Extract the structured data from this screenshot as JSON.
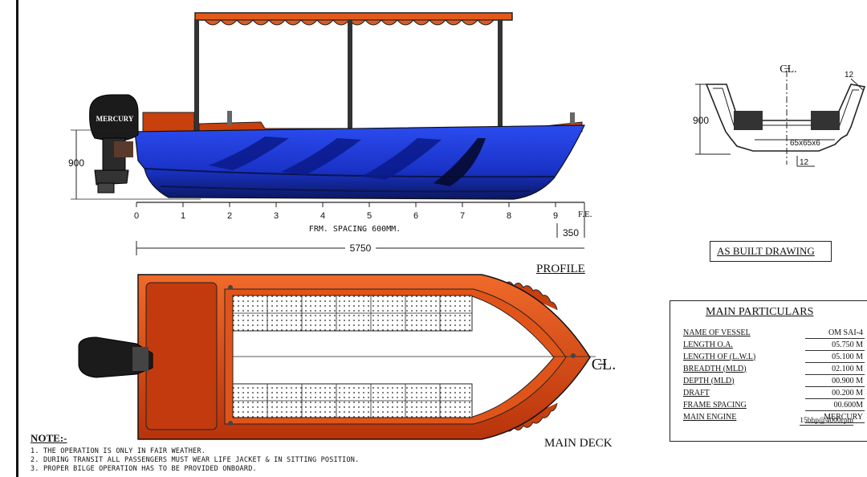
{
  "profile_view": {
    "title": "PROFILE",
    "engine_brand": "MERCURY",
    "height_dim": "900",
    "frame_numbers": [
      "0",
      "1",
      "2",
      "3",
      "4",
      "5",
      "6",
      "7",
      "8",
      "9"
    ],
    "fe_label": "F.E.",
    "frame_spacing_text": "FRM. SPACING 600MM.",
    "end_dim": "350",
    "overall_dim": "5750"
  },
  "section_view": {
    "centerline": "C̶L.",
    "height_dim": "900",
    "thickness_top": "12",
    "thickness_bottom": "12",
    "angle_label": "65x65x6"
  },
  "deck_view": {
    "title": "MAIN DECK",
    "centerline": "C̶L."
  },
  "as_built": "AS BUILT DRAWING",
  "main_particulars": {
    "title": "MAIN PARTICULARS",
    "rows": [
      {
        "label": "NAME OF VESSEL",
        "value": "OM SAI-4"
      },
      {
        "label": "LENGTH  O.A.",
        "value": "05.750 M"
      },
      {
        "label": "LENGTH OF (L.W.L)",
        "value": "05.100 M"
      },
      {
        "label": "BREADTH (MLD)",
        "value": "02.100 M"
      },
      {
        "label": "DEPTH (MLD)",
        "value": "00.900 M"
      },
      {
        "label": "DRAFT",
        "value": "00.200 M"
      },
      {
        "label": "FRAME SPACING",
        "value": "00.600M"
      },
      {
        "label": "MAIN ENGINE",
        "value": "MERCURY"
      }
    ],
    "engine_rating": "15bhp@4000rpm"
  },
  "notes": {
    "heading": "NOTE:-",
    "items": [
      "1. THE OPERATION IS ONLY IN FAIR WEATHER.",
      "2. DURING TRANSIT ALL PASSENGERS MUST WEAR LIFE JACKET & IN SITTING POSITION.",
      "3. PROPER BILGE OPERATION HAS TO BE PROVIDED ONBOARD."
    ]
  },
  "colors": {
    "hull_blue": "#1f3fd8",
    "hull_dark": "#0a1a7a",
    "deck_orange": "#d9430f",
    "deck_light": "#ef6a2a",
    "engine_black": "#1b1b1b"
  }
}
